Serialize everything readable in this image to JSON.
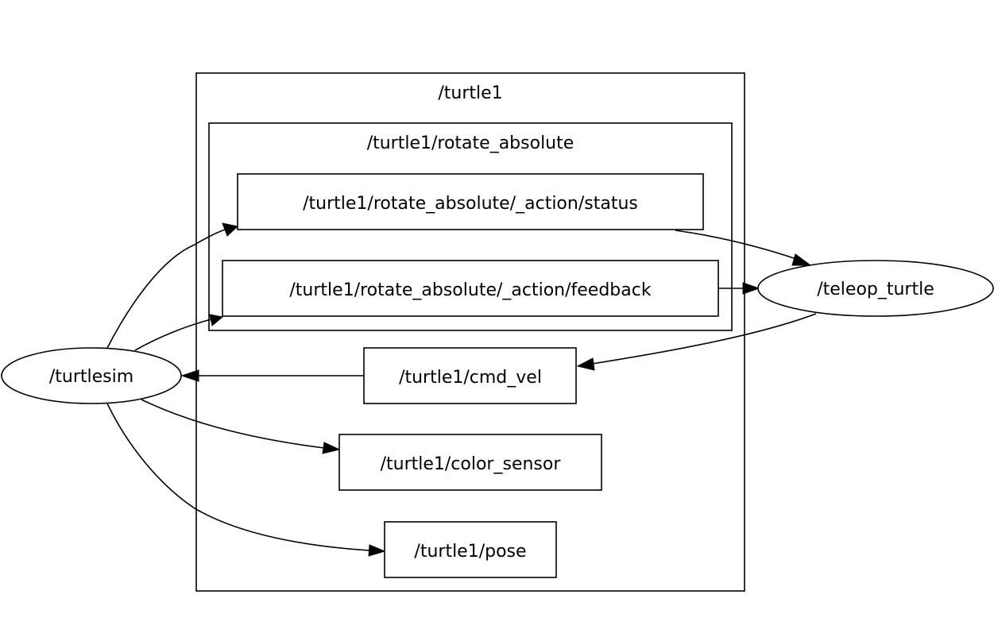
{
  "graph": {
    "clusters": [
      {
        "id": "turtle1",
        "label": "/turtle1"
      },
      {
        "id": "rotate_absolute",
        "label": "/turtle1/rotate_absolute"
      }
    ],
    "nodes": [
      {
        "id": "turtlesim",
        "label": "/turtlesim"
      },
      {
        "id": "teleop_turtle",
        "label": "/teleop_turtle"
      }
    ],
    "topics": [
      {
        "id": "status",
        "label": "/turtle1/rotate_absolute/_action/status"
      },
      {
        "id": "feedback",
        "label": "/turtle1/rotate_absolute/_action/feedback"
      },
      {
        "id": "cmd_vel",
        "label": "/turtle1/cmd_vel"
      },
      {
        "id": "color_sensor",
        "label": "/turtle1/color_sensor"
      },
      {
        "id": "pose",
        "label": "/turtle1/pose"
      }
    ],
    "edges": [
      {
        "from": "turtlesim",
        "to": "status"
      },
      {
        "from": "turtlesim",
        "to": "feedback"
      },
      {
        "from": "status",
        "to": "teleop_turtle"
      },
      {
        "from": "feedback",
        "to": "teleop_turtle"
      },
      {
        "from": "teleop_turtle",
        "to": "cmd_vel"
      },
      {
        "from": "cmd_vel",
        "to": "turtlesim"
      },
      {
        "from": "turtlesim",
        "to": "color_sensor"
      },
      {
        "from": "turtlesim",
        "to": "pose"
      }
    ]
  }
}
